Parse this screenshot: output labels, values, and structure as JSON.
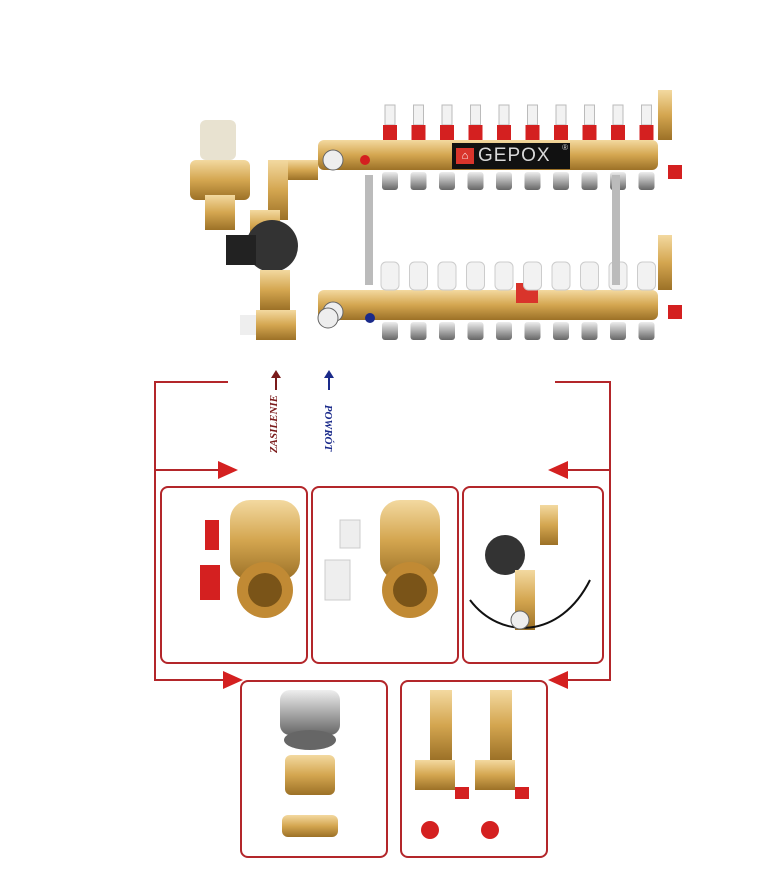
{
  "brand": {
    "name": "GEPOX",
    "registered": "®",
    "logo_icon": "house-icon"
  },
  "labels": {
    "supply": "ZASILENIE",
    "return": "POWRÓT"
  },
  "colors": {
    "accent": "#b3262a",
    "supply_arrow": "#7a1a1a",
    "return_arrow": "#1a2a8a",
    "brass": "#d4a650",
    "valve_red": "#d42020"
  }
}
